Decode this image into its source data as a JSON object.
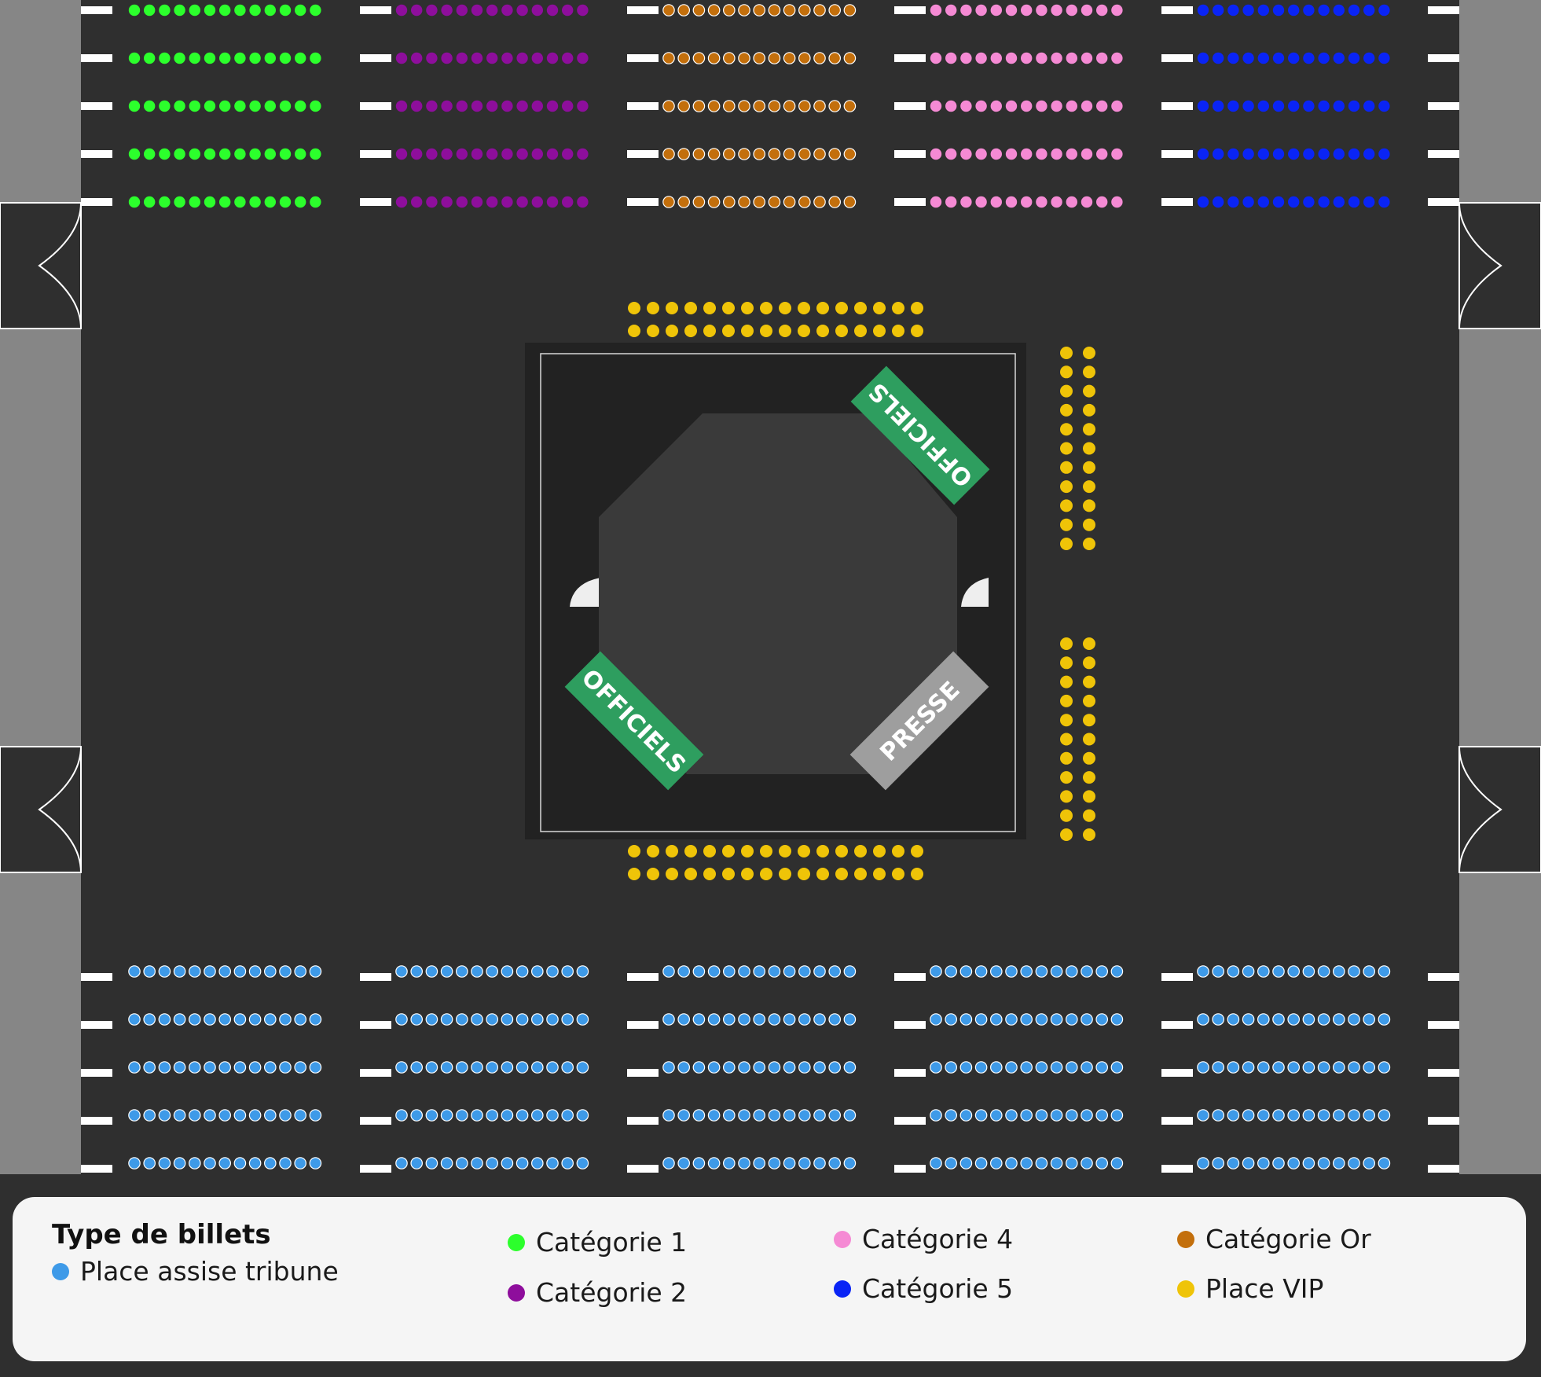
{
  "legend": {
    "title": "Type de billets",
    "items": [
      {
        "key": "tribune",
        "label": "Place assise tribune",
        "color": "#3e9ae8"
      },
      {
        "key": "cat1",
        "label": "Catégorie 1",
        "color": "#2cff2c"
      },
      {
        "key": "cat2",
        "label": "Catégorie 2",
        "color": "#8e0e9c"
      },
      {
        "key": "cat4",
        "label": "Catégorie 4",
        "color": "#f58ad4"
      },
      {
        "key": "cat5",
        "label": "Catégorie 5",
        "color": "#0a24f5"
      },
      {
        "key": "or",
        "label": "Catégorie Or",
        "color": "#c36f0c"
      },
      {
        "key": "vip",
        "label": "Place VIP",
        "color": "#efc408"
      }
    ]
  },
  "stage": {
    "officials_label": "OFFICIELS",
    "press_label": "PRESSE"
  },
  "sections": {
    "top_rows": [
      {
        "category": "cat1",
        "color": "#2cff2c",
        "seats_per_row": 13,
        "rows": 5
      },
      {
        "category": "cat2",
        "color": "#8e0e9c",
        "seats_per_row": 13,
        "rows": 5
      },
      {
        "category": "or",
        "color": "#c36f0c",
        "seats_per_row": 13,
        "rows": 5
      },
      {
        "category": "cat4",
        "color": "#f58ad4",
        "seats_per_row": 13,
        "rows": 5
      },
      {
        "category": "cat5",
        "color": "#0a24f5",
        "seats_per_row": 13,
        "rows": 5
      }
    ],
    "bottom_rows": {
      "category": "tribune",
      "color": "#3e9ae8",
      "blocks": 5,
      "seats_per_row": 13,
      "rows": 5
    },
    "vip": {
      "color": "#efc408",
      "top_rows": 2,
      "top_seats_per_row": 16,
      "bottom_rows": 2,
      "bottom_seats_per_row": 16,
      "side_columns": 2,
      "side_upper_seats_per_column": 11,
      "side_lower_seats_per_column": 11
    }
  },
  "colors": {
    "floor": "#2f2f2f",
    "wall": "#868686",
    "stage_area": "#222222",
    "octagon": "#3a3a3a",
    "officials": "#2e9e5f",
    "press": "#9e9e9e"
  }
}
